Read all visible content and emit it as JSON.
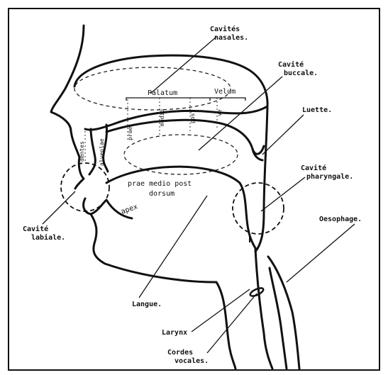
{
  "labels": {
    "cavites_nasales_1": "Cavités",
    "cavites_nasales_2": "nasales.",
    "cavite_buccale_1": "Cavité",
    "cavite_buccale_2": "buccale.",
    "luette": "Luette.",
    "cavite_pharyngale_1": "Cavité",
    "cavite_pharyngale_2": "pharyngale.",
    "oesophage": "Oesophage.",
    "cavite_labiale_1": "Cavité",
    "cavite_labiale_2": "labiale.",
    "langue": "Langue.",
    "larynx": "Larynx",
    "cordes_vocales_1": "Cordes",
    "cordes_vocales_2": "vocales.",
    "palatum": "Palatum",
    "velum": "Velum",
    "tongue_regions": "prae  medio  post",
    "dorsum": "dorsum",
    "apex": "apex",
    "dentes": "dentes",
    "alveolae": "alveolae",
    "prae_v": "prae",
    "medio_v": "medio",
    "post_v": "post",
    "ve_v": "ve"
  }
}
